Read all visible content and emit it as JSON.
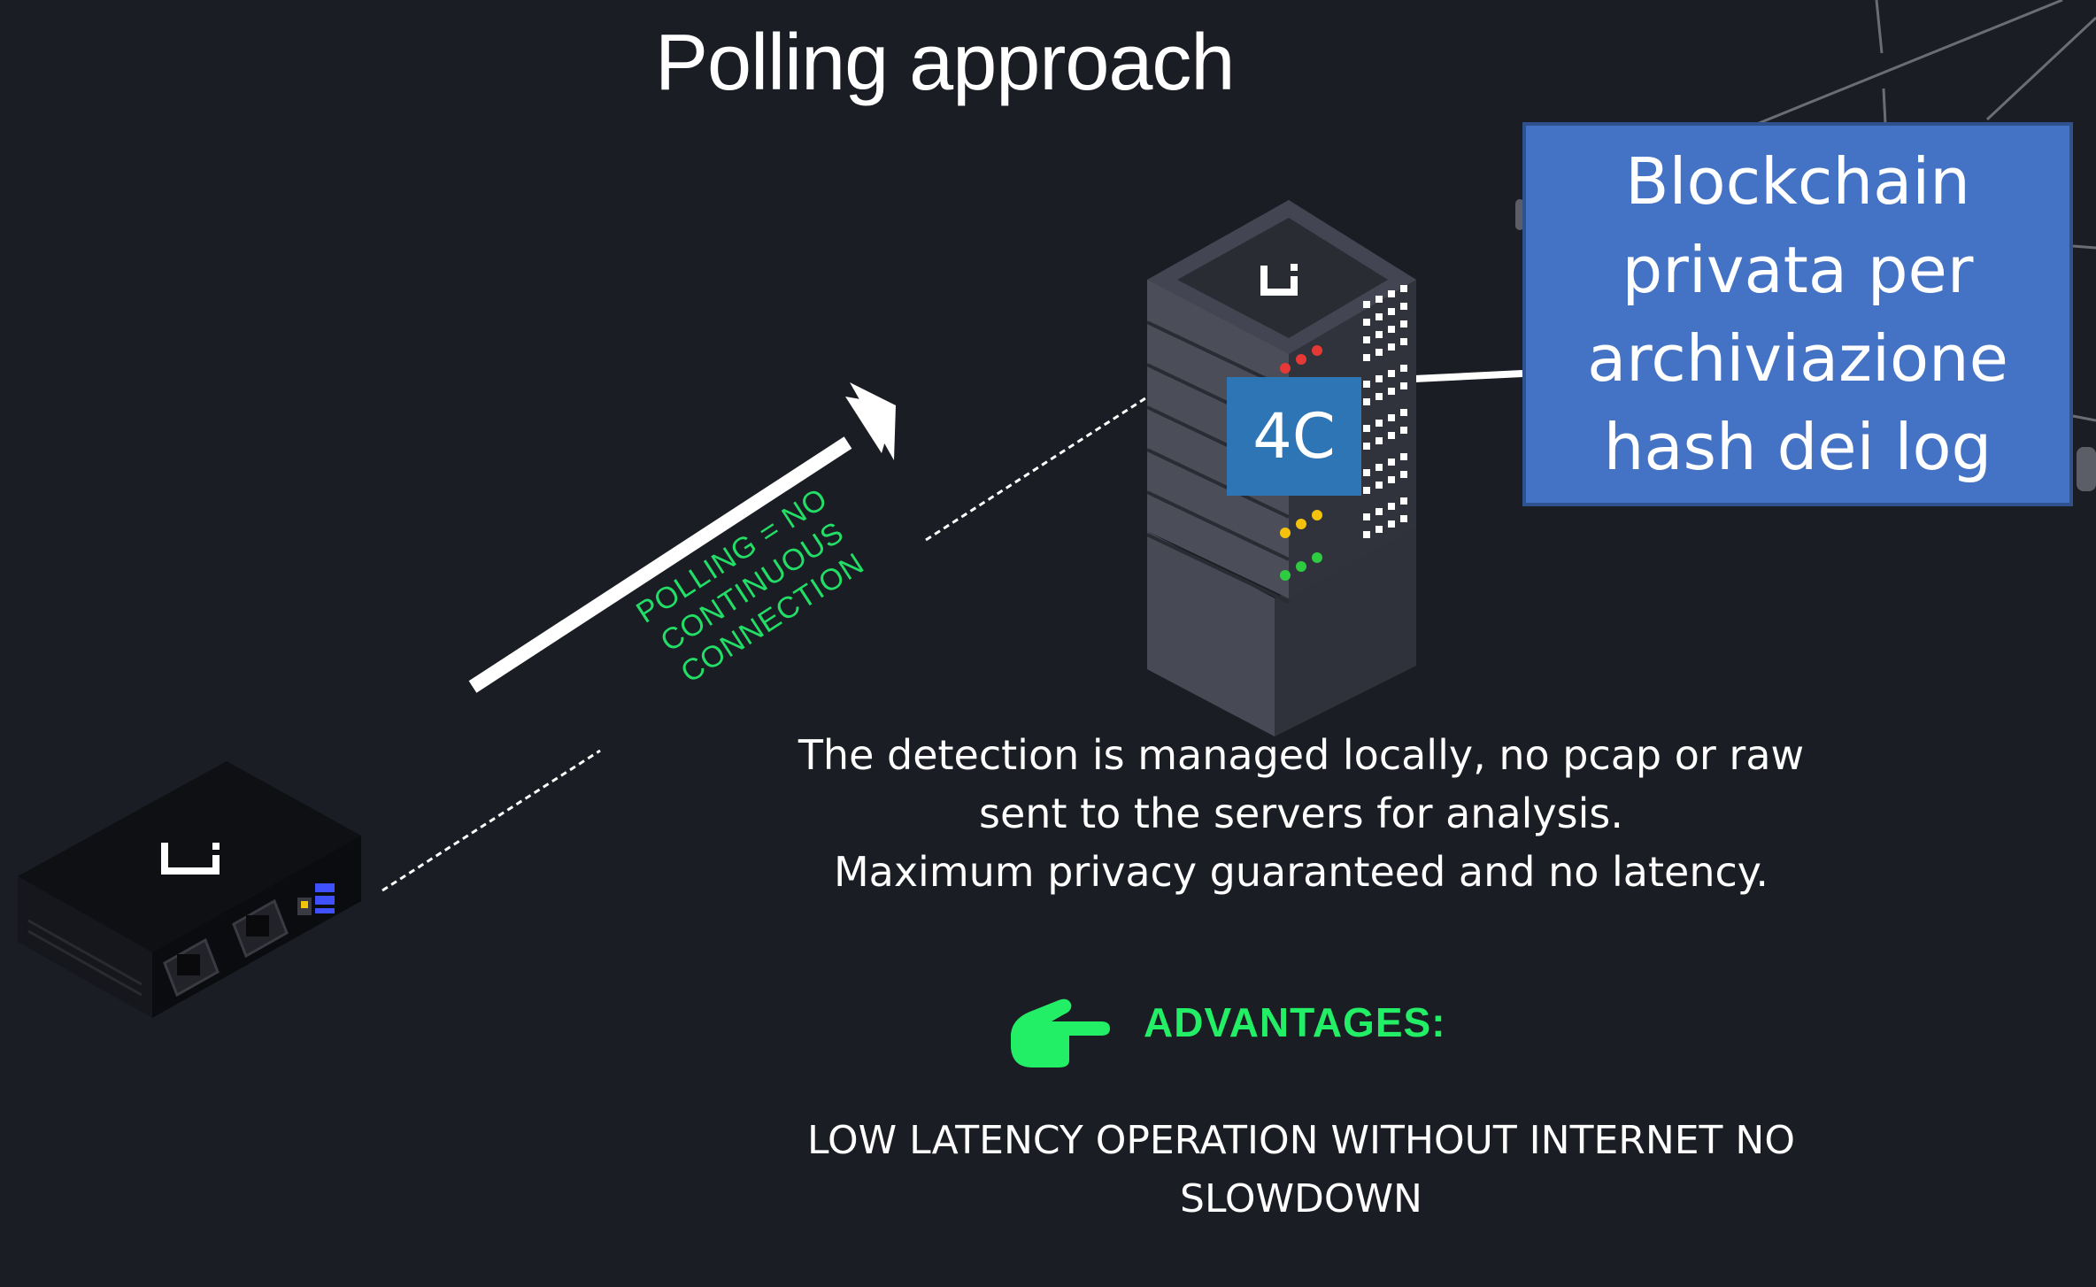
{
  "slide": {
    "title": "Polling approach",
    "blockchain_box": "Blockchain privata  per archiviazione hash dei log",
    "server_badge": "4C",
    "polling_note": "POLLING = NO CONTINUOUS CONNECTION",
    "description": [
      "The detection is managed locally, no pcap or raw",
      "sent to the servers for analysis.",
      "Maximum privacy guaranteed and no latency."
    ],
    "advantages_label": "ADVANTAGES:",
    "advantages_text": [
      "LOW LATENCY OPERATION WITHOUT INTERNET NO",
      "SLOWDOWN"
    ]
  },
  "colors": {
    "background": "#1b1d24",
    "accent_green": "#22ee66",
    "box_blue": "#4472c4",
    "badge_blue": "#2e75b6"
  },
  "icons": {
    "device": "edge-appliance-icon",
    "server": "server-rack-icon",
    "pointer": "pointing-hand-icon",
    "arrow": "arrow-up-right-icon"
  }
}
